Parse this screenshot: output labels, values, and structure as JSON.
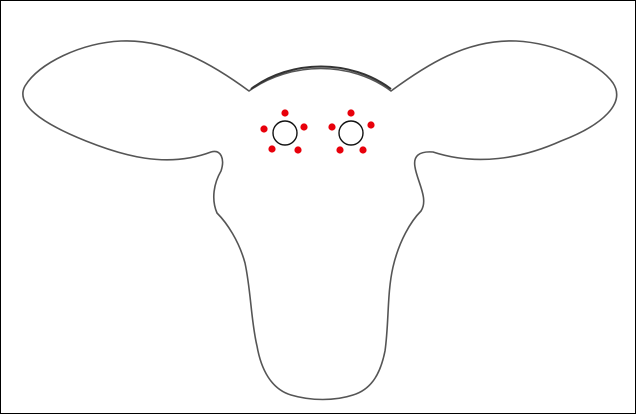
{
  "diagram": {
    "subject": "cow-head-outline",
    "colors": {
      "border": "#000000",
      "outline": "#555555",
      "eye_ring": "#111111",
      "marker": "#e8000b",
      "background": "#ffffff"
    },
    "eyes": [
      {
        "id": "left-eye",
        "markers": 5
      },
      {
        "id": "right-eye",
        "markers": 5
      }
    ]
  }
}
